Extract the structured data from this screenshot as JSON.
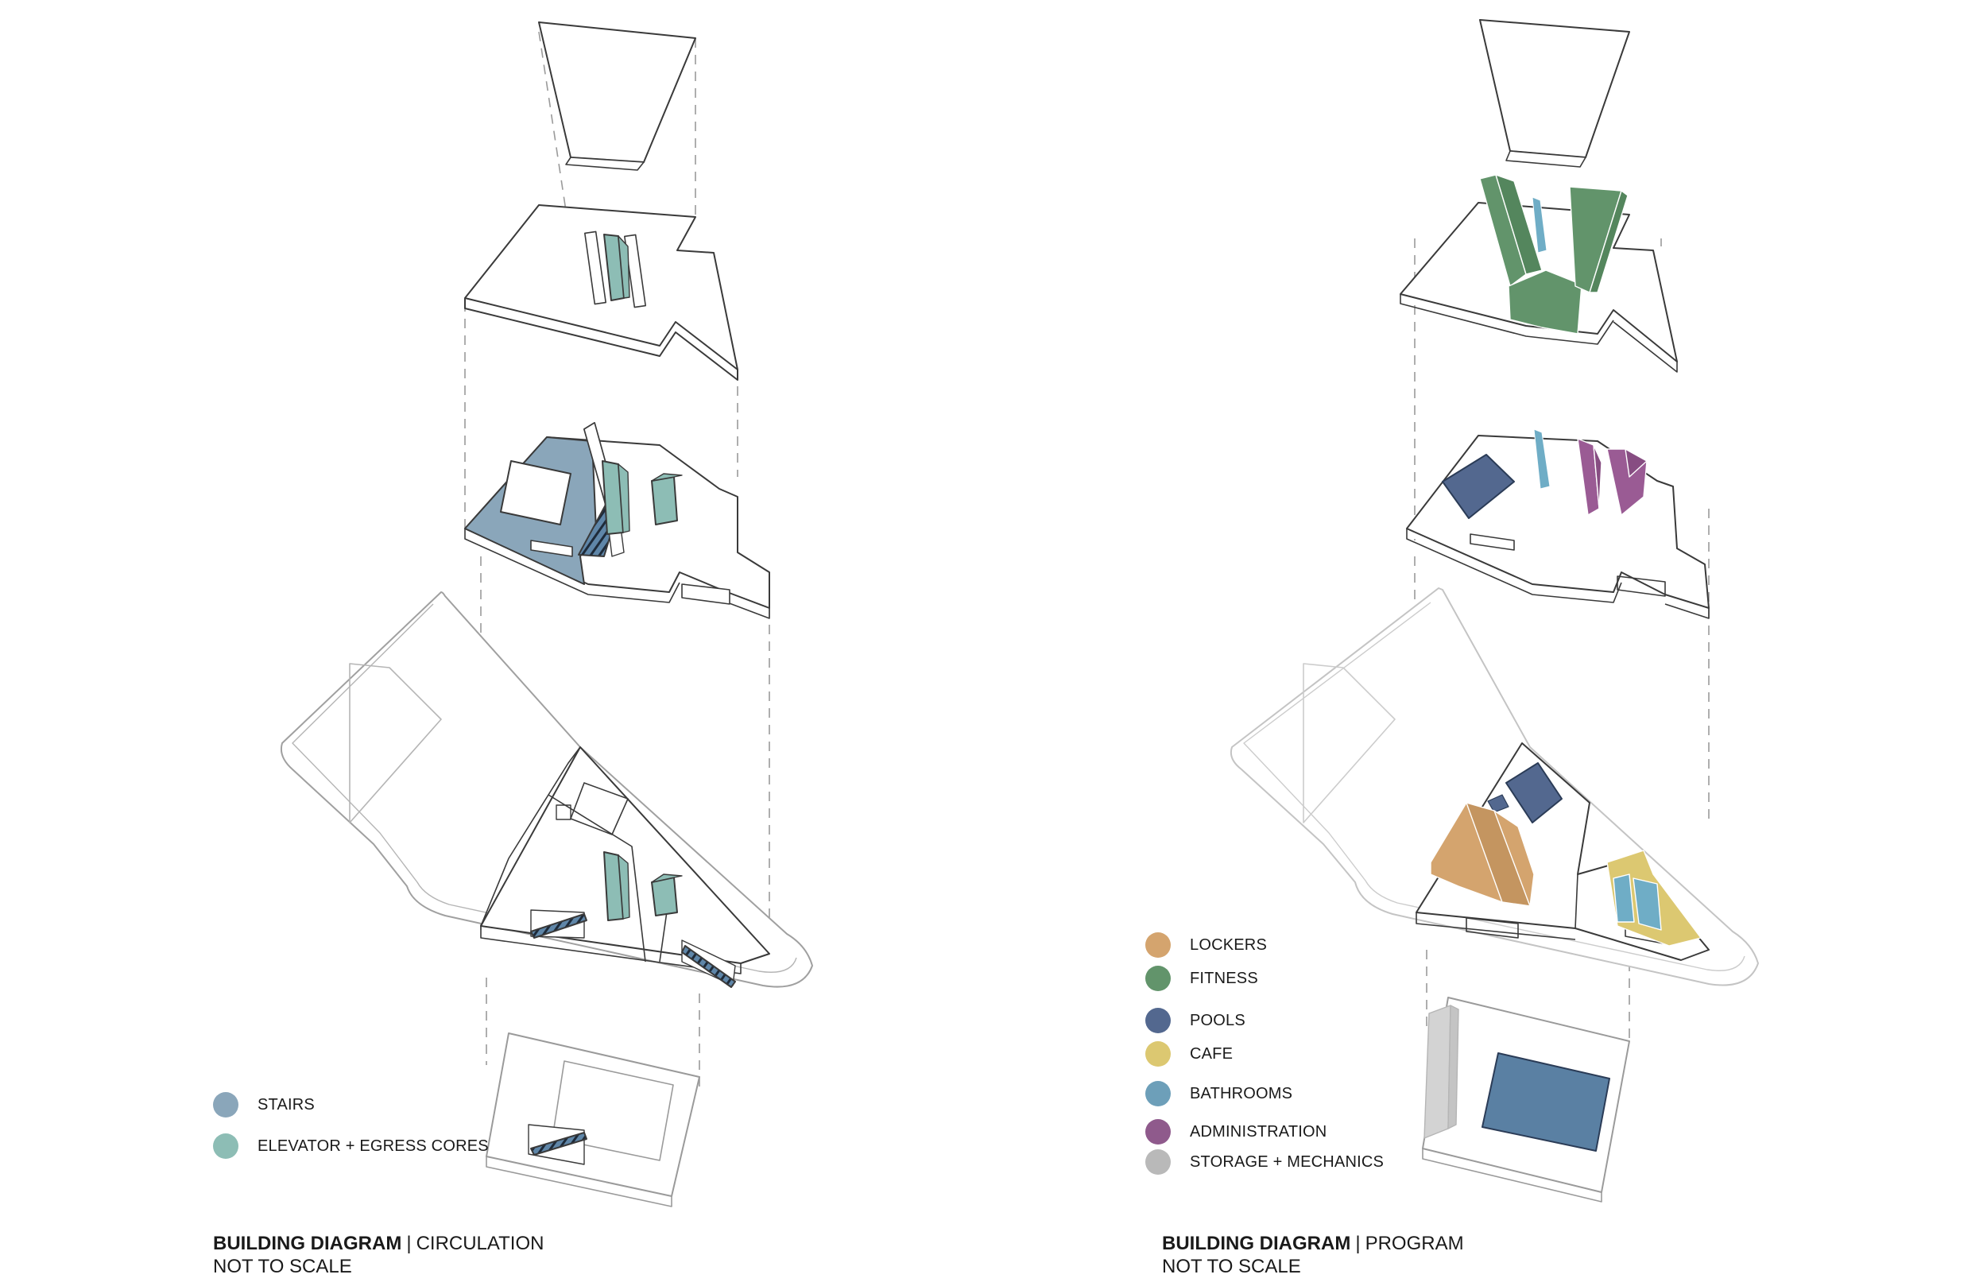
{
  "diagrams": [
    {
      "caption": {
        "title_bold": "BUILDING DIAGRAM",
        "separator": "|",
        "title_rest": "CIRCULATION",
        "subtitle": "NOT TO SCALE"
      },
      "legend": [
        {
          "label": "STAIRS",
          "color": "#8aa6ba"
        },
        {
          "label": "ELEVATOR + EGRESS CORES",
          "color": "#8dbdb5"
        }
      ]
    },
    {
      "caption": {
        "title_bold": "BUILDING DIAGRAM",
        "separator": "|",
        "title_rest": "PROGRAM",
        "subtitle": "NOT TO SCALE"
      },
      "legend": [
        {
          "label": "LOCKERS",
          "color": "#d4a46e"
        },
        {
          "label": "FITNESS",
          "color": "#62946b"
        },
        {
          "label": "POOLS",
          "color": "#53688f"
        },
        {
          "label": "CAFE",
          "color": "#dcc871"
        },
        {
          "label": "BATHROOMS",
          "color": "#6d9fb9"
        },
        {
          "label": "ADMINISTRATION",
          "color": "#8f5a8c"
        },
        {
          "label": "STORAGE + MECHANICS",
          "color": "#b9b9b9"
        }
      ]
    }
  ],
  "palette": {
    "line": "#333333",
    "light_line": "#b5b5b5",
    "dashed": "#9a9a9a",
    "stairs": "#8aa6ba",
    "cores": "#8dbdb5",
    "lockers": "#d4a46e",
    "fitness": "#62946b",
    "pools": "#53688f",
    "pool_bottom": "#5a80a3",
    "cafe": "#dcc871",
    "bathrooms": "#6fadc6",
    "administration": "#9a5b94",
    "storage": "#d3d3d3"
  }
}
